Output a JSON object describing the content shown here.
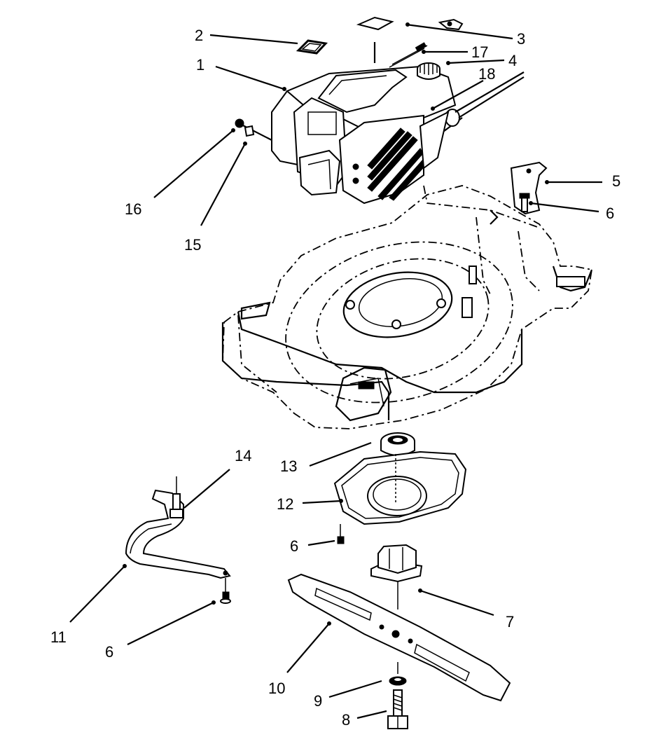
{
  "callouts": {
    "c1": "1",
    "c2": "2",
    "c3": "3",
    "c4": "4",
    "c5": "5",
    "c6a": "6",
    "c6b": "6",
    "c6c": "6",
    "c7": "7",
    "c8": "8",
    "c9": "9",
    "c10": "10",
    "c11": "11",
    "c12": "12",
    "c13": "13",
    "c14": "14",
    "c15": "15",
    "c16": "16",
    "c17": "17",
    "c18": "18"
  }
}
